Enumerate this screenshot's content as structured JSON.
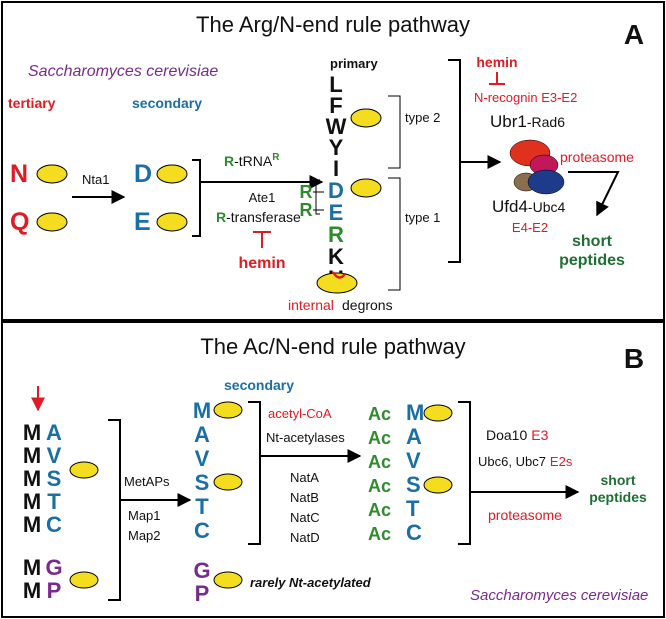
{
  "colors": {
    "red": "#e01b24",
    "blue": "#1a6fa6",
    "green": "#2e8b2e",
    "dark_green": "#1f6f34",
    "purple": "#7a2a8e",
    "degron_yellow": "#f4dc1e"
  },
  "panelA": {
    "title": "The Arg/N-end rule pathway",
    "panel_letter": "A",
    "organism": "Saccharomyces cerevisiae",
    "tertiary_label": "tertiary",
    "secondary_label": "secondary",
    "primary_label": "primary",
    "tertiary": [
      "N",
      "Q"
    ],
    "nta1": "Nta1",
    "secondary": [
      "D",
      "E"
    ],
    "r_trna": {
      "r": "R",
      "mid": "-tRNA",
      "sup": "R"
    },
    "ate1": "Ate1",
    "r_transferase": {
      "r": "R",
      "rest": "-transferase"
    },
    "hemin": "hemin",
    "primary_type2": [
      "L",
      "F",
      "W",
      "Y",
      "I"
    ],
    "primary_type1_blue": [
      "D",
      "E"
    ],
    "primary_type1_black": [
      "R",
      "K",
      "H"
    ],
    "r_prefix": "R",
    "type2": "type 2",
    "type1": "type 1",
    "internal": "internal",
    "degrons": "degrons",
    "n_recognin": "N-recognin E3-E2",
    "ubr1": "Ubr1",
    "rad6": "-Rad6",
    "ufd4": "Ufd4",
    "ubc4": "-Ubc4",
    "e4e2": "E4-E2",
    "proteasome": "proteasome",
    "short": "short",
    "peptides": "peptides"
  },
  "panelB": {
    "title": "The Ac/N-end rule pathway",
    "panel_letter": "B",
    "secondary_label": "secondary",
    "met_rows": [
      {
        "m": "M",
        "x": "A"
      },
      {
        "m": "M",
        "x": "V"
      },
      {
        "m": "M",
        "x": "S"
      },
      {
        "m": "M",
        "x": "T"
      },
      {
        "m": "M",
        "x": "C"
      }
    ],
    "mg_rows": [
      {
        "m": "M",
        "x": "G"
      },
      {
        "m": "M",
        "x": "P"
      }
    ],
    "metaps": "MetAPs",
    "map1": "Map1",
    "map2": "Map2",
    "secondary": [
      "M",
      "A",
      "V",
      "S",
      "T",
      "C"
    ],
    "secondary_gp": [
      "G",
      "P"
    ],
    "rarely": "rarely Nt-acetylated",
    "acetyl_coa": "acetyl-CoA",
    "nt_acetylases": "Nt-acetylases",
    "nats": [
      "NatA",
      "NatB",
      "NatC",
      "NatD"
    ],
    "ac_prefix": "Ac",
    "ac_residues": [
      "M",
      "A",
      "V",
      "S",
      "T",
      "C"
    ],
    "doa10": "Doa10",
    "e3": "E3",
    "ubc": "Ubc6, Ubc7",
    "e2s": "E2s",
    "proteasome": "proteasome",
    "short": "short",
    "peptides": "peptides",
    "organism": "Saccharomyces cerevisiae"
  }
}
